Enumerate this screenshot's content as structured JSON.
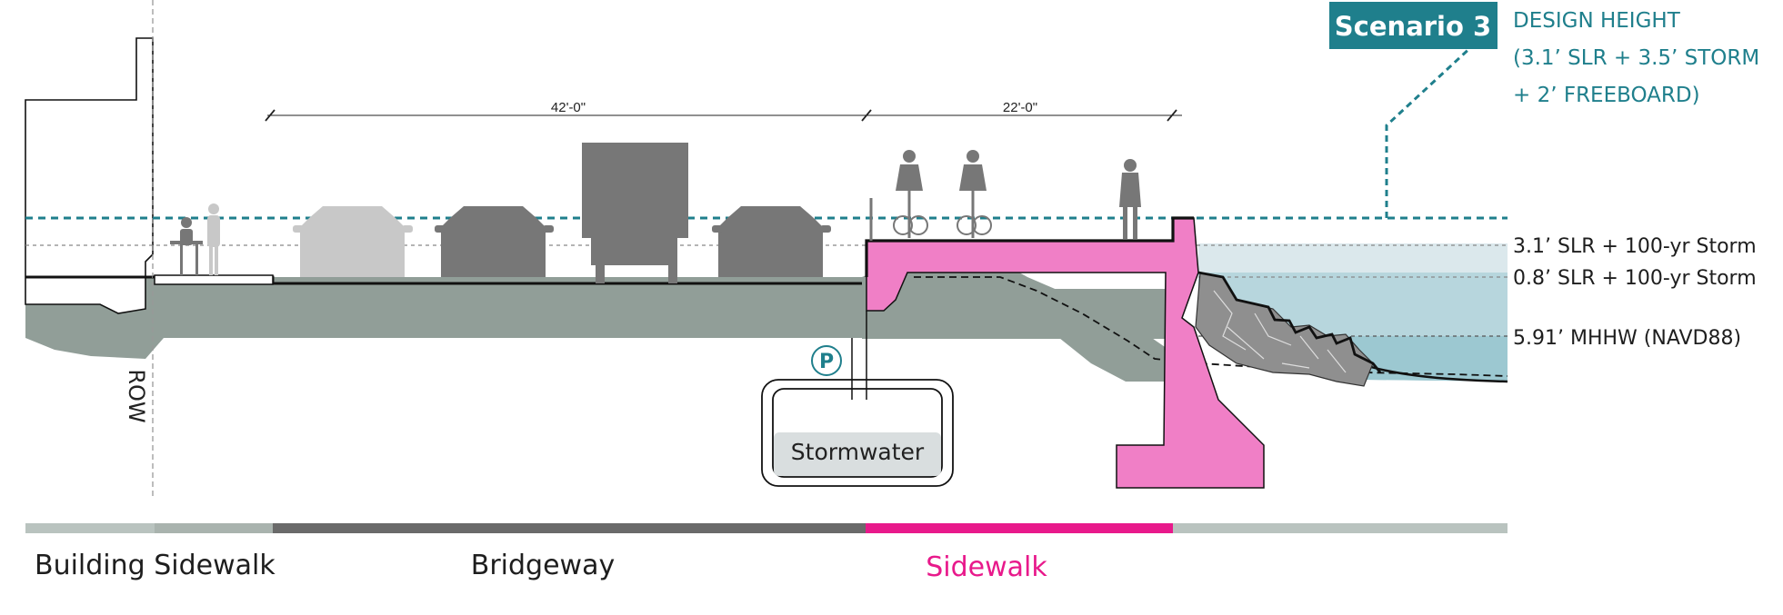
{
  "scenario": {
    "badge": "Scenario 3",
    "design_height_lines": [
      "DESIGN HEIGHT",
      "(3.1’ SLR + 3.5’ STORM",
      "+ 2’ FREEBOARD)"
    ]
  },
  "dimensions": {
    "bridgeway_width": "42'-0\"",
    "sidewalk_width": "22'-0\""
  },
  "water_levels": [
    {
      "label": "3.1’ SLR + 100-yr Storm"
    },
    {
      "label": "0.8’ SLR + 100-yr Storm"
    },
    {
      "label": "5.91’ MHHW (NAVD88)"
    }
  ],
  "row_label": "ROW",
  "pump_label": "P",
  "stormwater_label": "Stormwater",
  "zones": {
    "building_sidewalk": "Building Sidewalk",
    "bridgeway": "Bridgeway",
    "sidewalk": "Sidewalk"
  },
  "colors": {
    "teal": "#1f7f8c",
    "pink": "#f07fc6",
    "magenta": "#e8198b",
    "ground": "#919e98",
    "vehicle_dark": "#777777",
    "vehicle_light": "#c8c8c8",
    "bar_light": "#b9c3bf",
    "bar_dark": "#6a6a6a"
  }
}
